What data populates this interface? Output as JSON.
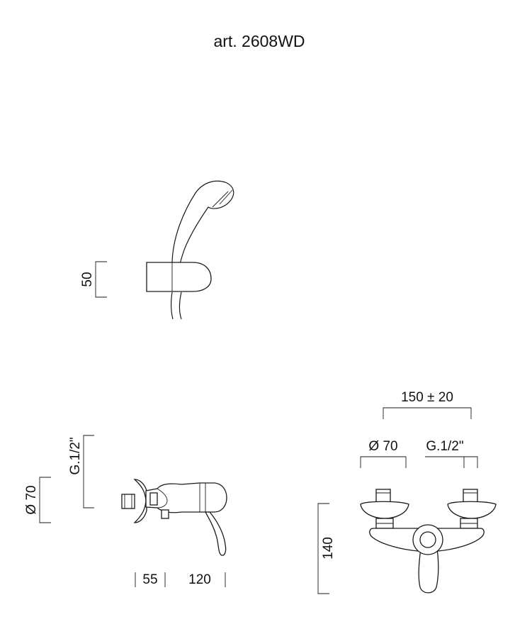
{
  "title": "art. 2608WD",
  "shower_view": {
    "height_label": "50"
  },
  "side_view": {
    "diameter_label": "Ø 70",
    "thread_label": "G.1/2\"",
    "depth_label_a": "55",
    "depth_label_b": "120"
  },
  "front_view": {
    "spacing_label": "150 ± 20",
    "diameter_label": "Ø 70",
    "thread_label": "G.1/2\"",
    "height_label": "140"
  }
}
